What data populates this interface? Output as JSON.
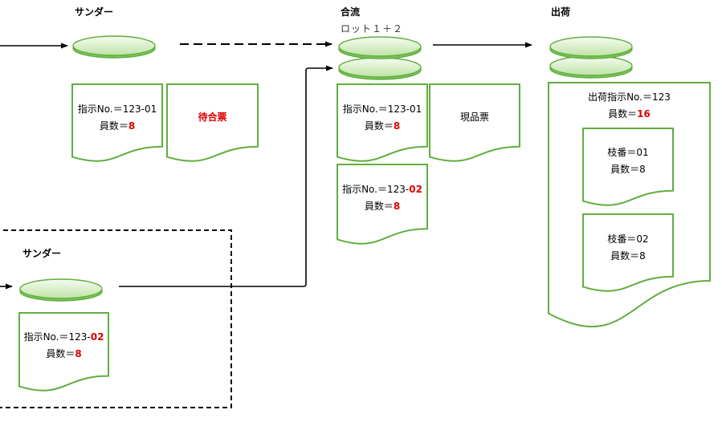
{
  "sections": {
    "sander_upper": {
      "title": "サンダー"
    },
    "merge": {
      "title": "合流",
      "lot": "ロット１＋２"
    },
    "shipping": {
      "title": "出荷"
    },
    "sander_lower": {
      "title": "サンダー"
    }
  },
  "documents": {
    "sander_upper_instruction": {
      "number": "指示No.＝123-01",
      "qty_label": "員数＝",
      "qty_value": "8"
    },
    "waiting_ticket": {
      "label": "待合票"
    },
    "merge_instruction_a": {
      "number": "指示No.＝123-01",
      "qty_label": "員数＝",
      "qty_value": "8"
    },
    "product_ticket": {
      "label": "現品票"
    },
    "merge_instruction_b": {
      "number_prefix": "指示No.＝123-",
      "number_suffix": "02",
      "qty_label": "員数＝",
      "qty_value": "8"
    },
    "shipping_instruction": {
      "number": "出荷指示No.＝123",
      "qty_label": "員数＝",
      "qty_value": "16"
    },
    "branch_01": {
      "branch": "枝番＝01",
      "qty": "員数＝8"
    },
    "branch_02": {
      "branch": "枝番＝02",
      "qty": "員数＝8"
    },
    "sander_lower_instruction": {
      "number_prefix": "指示No.＝123-",
      "number_suffix": "02",
      "qty_label": "員数＝",
      "qty_value": "8"
    }
  },
  "colors": {
    "outline": "#5fae3e",
    "highlight": "#e00000",
    "connector": "#000000",
    "disk_face_light": "#f6fcf2",
    "disk_face_dark": "#bfe3a6",
    "disk_side": "#7cc35a"
  }
}
